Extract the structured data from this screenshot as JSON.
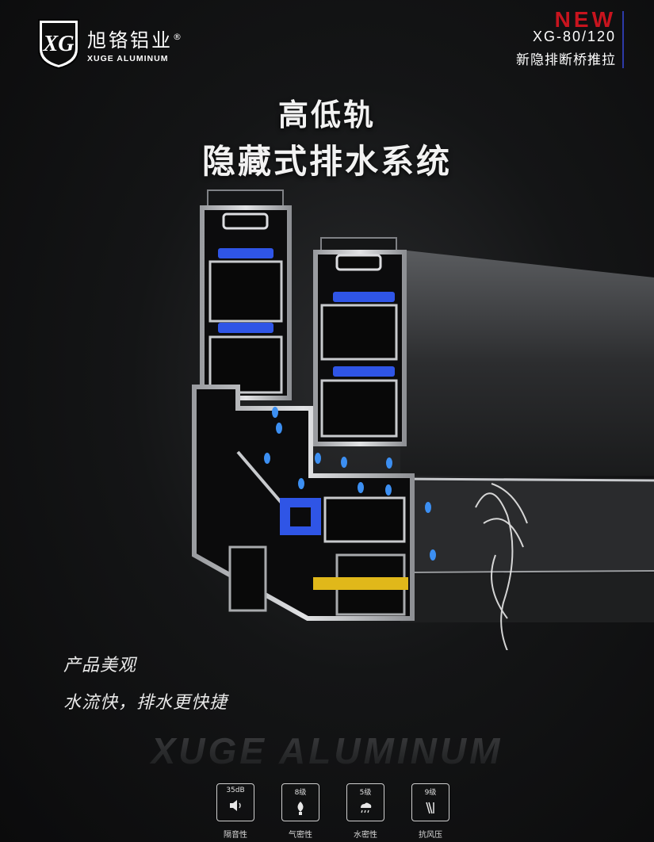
{
  "brand": {
    "logo_letters": "XG",
    "name_cn": "旭铬铝业",
    "registered": "®",
    "name_en": "XUGE ALUMINUM"
  },
  "product_tag": {
    "new_label": "NEW",
    "model": "XG-80/120",
    "description": "新隐排断桥推拉"
  },
  "headline": {
    "line1": "高低轨",
    "line2": "隐藏式排水系统"
  },
  "features": [
    "产品美观",
    "水流快，排水更快捷"
  ],
  "watermark": "XUGE ALUMINUM",
  "specs": [
    {
      "value": "35dB",
      "label": "隔音性",
      "icon": "speaker-icon"
    },
    {
      "value": "8级",
      "label": "气密性",
      "icon": "airtight-icon"
    },
    {
      "value": "5级",
      "label": "水密性",
      "icon": "rain-icon"
    },
    {
      "value": "9级",
      "label": "抗风压",
      "icon": "wind-icon"
    }
  ],
  "colors": {
    "background": "#141516",
    "accent_red": "#c8141e",
    "accent_blue": "#2d3aa8",
    "gasket_blue": "#2f55e6",
    "aluminum": "#c7c9cc",
    "yellow_strip": "#e0b81a"
  }
}
